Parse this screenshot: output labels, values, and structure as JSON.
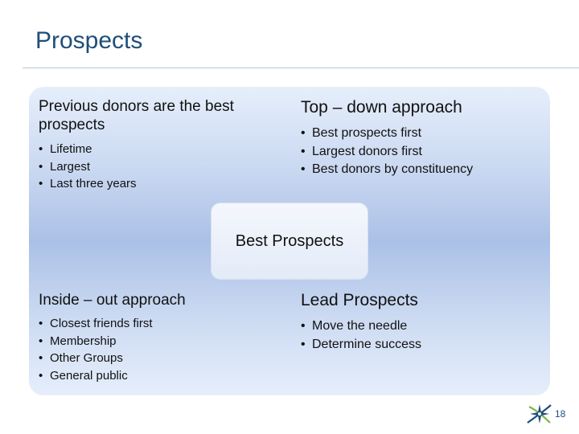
{
  "slide": {
    "title": "Prospects",
    "page_number": "18"
  },
  "quadrants": {
    "top_left": {
      "heading": "Previous donors are the best prospects",
      "items": [
        "Lifetime",
        "Largest",
        "Last three years"
      ]
    },
    "top_right": {
      "heading": "Top – down approach",
      "items": [
        "Best prospects first",
        "Largest donors first",
        "Best donors by constituency"
      ]
    },
    "bottom_left": {
      "heading": "Inside – out approach",
      "items": [
        "Closest friends first",
        "Membership",
        "Other Groups",
        "General public"
      ]
    },
    "bottom_right": {
      "heading": "Lead Prospects",
      "items": [
        "Move the needle",
        "Determine success"
      ]
    }
  },
  "center": {
    "label": "Best Prospects"
  },
  "colors": {
    "title": "#1f4e79",
    "quad_light": "#e6eefb",
    "quad_dark": "#aac0e6"
  },
  "icons": {
    "logo": "compass-star-icon"
  }
}
